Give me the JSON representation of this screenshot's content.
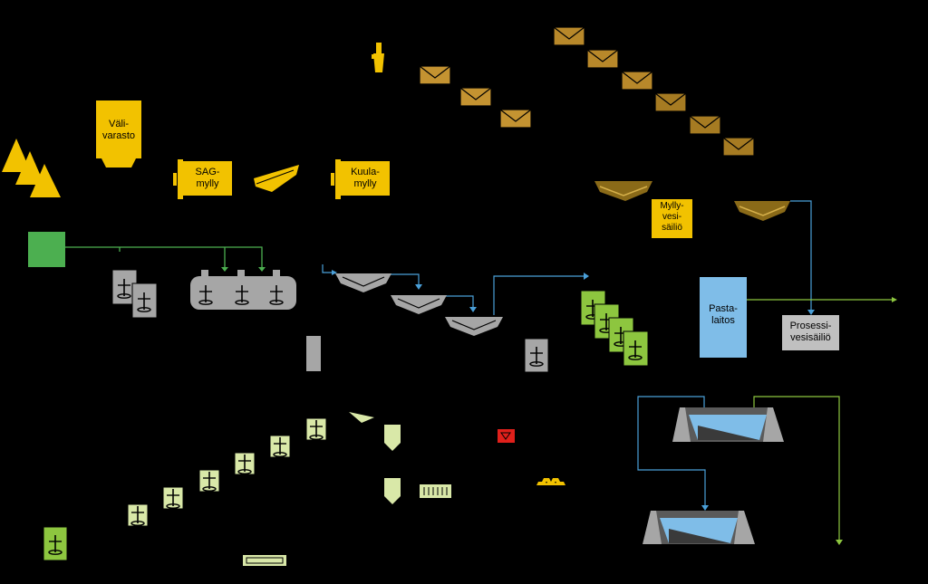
{
  "labels": {
    "valivarasto": "Väli-\nvarasto",
    "sag_mylly": "SAG-\nmylly",
    "kuulamylly": "Kuula-\nmylly",
    "myllyvesisailio": "Mylly-\nvesi-\nsäiliö",
    "pastalaitos": "Pasta-\nlaitos",
    "prosessivesisailio": "Prosessi-\nvesisäiliö"
  },
  "colors": {
    "background": "#000000",
    "ore_yellow": "#f2c200",
    "gold_brown": "#c0902a",
    "dark_gold": "#8a6a18",
    "reagent_green": "#4caf50",
    "equipment_grey": "#a6a6a6",
    "cyanide_green": "#8dc63f",
    "pale_green": "#d9e8a8",
    "water_blue": "#4a9fd8",
    "pond_blue": "#7fbde8",
    "product_red": "#e0201b",
    "line_green": "#8dc63f"
  }
}
